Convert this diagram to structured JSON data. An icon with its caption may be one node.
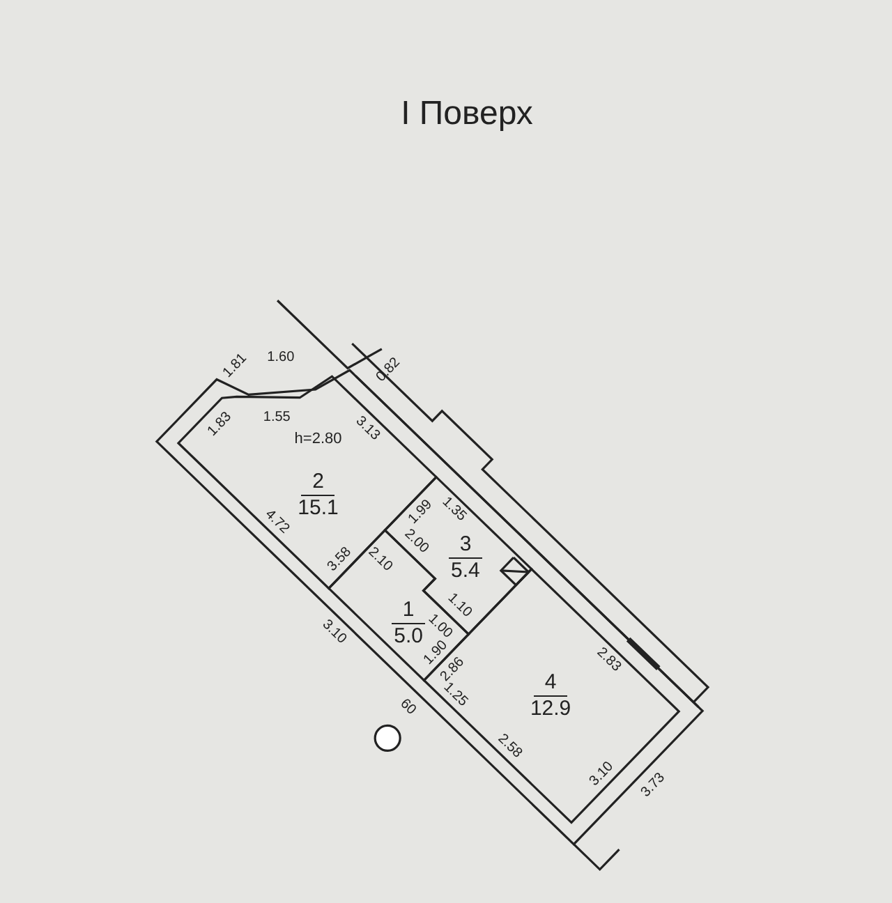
{
  "diagram": {
    "title": "І Поверх",
    "nodes": [
      {
        "text": [
          "h=2.80",
          "2",
          "15.1"
        ]
      },
      {
        "text": [
          "3",
          "5.4"
        ]
      },
      {
        "text": [
          "1",
          "5.0"
        ]
      },
      {
        "text": [
          "4",
          "12.9"
        ]
      }
    ],
    "labels": [
      "1.60",
      "0.82",
      "1.81",
      "1.55",
      "1.83",
      "3.13",
      "4.72",
      "3.58",
      "1.99",
      "1.35",
      "2.00",
      "2.10",
      "1.10",
      "1.00",
      "3.10",
      "1.90",
      "2.86",
      "2.83",
      "60",
      "1.25",
      "2.58",
      "3.10",
      "3.73"
    ]
  }
}
